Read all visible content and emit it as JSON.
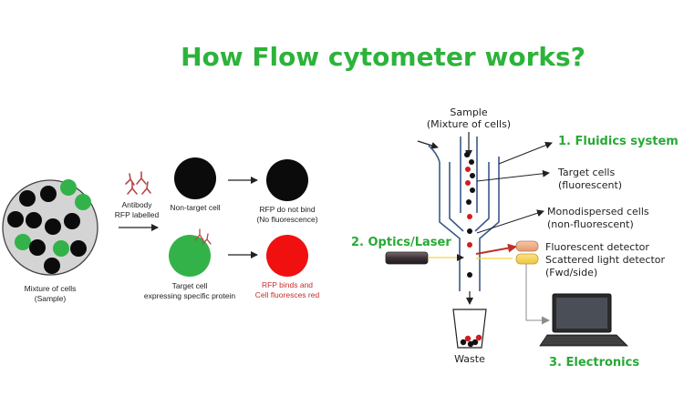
{
  "title": "How Flow cytometer works?",
  "colors": {
    "title_green": "#2db33a",
    "cell_green": "#33b24a",
    "fluorescent_red": "#f01010",
    "label_red": "#c0302a",
    "section_green": "#27a935",
    "laser_line": "#f2d34a",
    "red_arrow": "#c0302a",
    "sample_circle": "#d4d4d4"
  },
  "left_panel": {
    "sample_label_line1": "Mixture of cells",
    "sample_label_line2": "(Sample)",
    "antibody_line1": "Antibody",
    "antibody_line2": "RFP labelled",
    "non_target_label": "Non-target cell",
    "no_bind_line1": "RFP do not bind",
    "no_bind_line2": "(No fluorescence)",
    "target_line1": "Target cell",
    "target_line2": "expressing specific protein",
    "bind_line1": "RFP binds and",
    "bind_line2": "Cell fluoresces red"
  },
  "right_panel": {
    "sample_line1": "Sample",
    "sample_line2": "(Mixture of cells)",
    "fluidics": "1. Fluidics system",
    "target_cells_line1": "Target cells",
    "target_cells_line2": "(fluorescent)",
    "mono_line1": "Monodispersed cells",
    "mono_line2": "(non-fluorescent)",
    "optics": "2. Optics/Laser",
    "fluorescent_detector": "Fluorescent detector",
    "scattered_detector": "Scattered light detector",
    "fwd_side": "(Fwd/side)",
    "waste": "Waste",
    "electronics": "3. Electronics"
  }
}
